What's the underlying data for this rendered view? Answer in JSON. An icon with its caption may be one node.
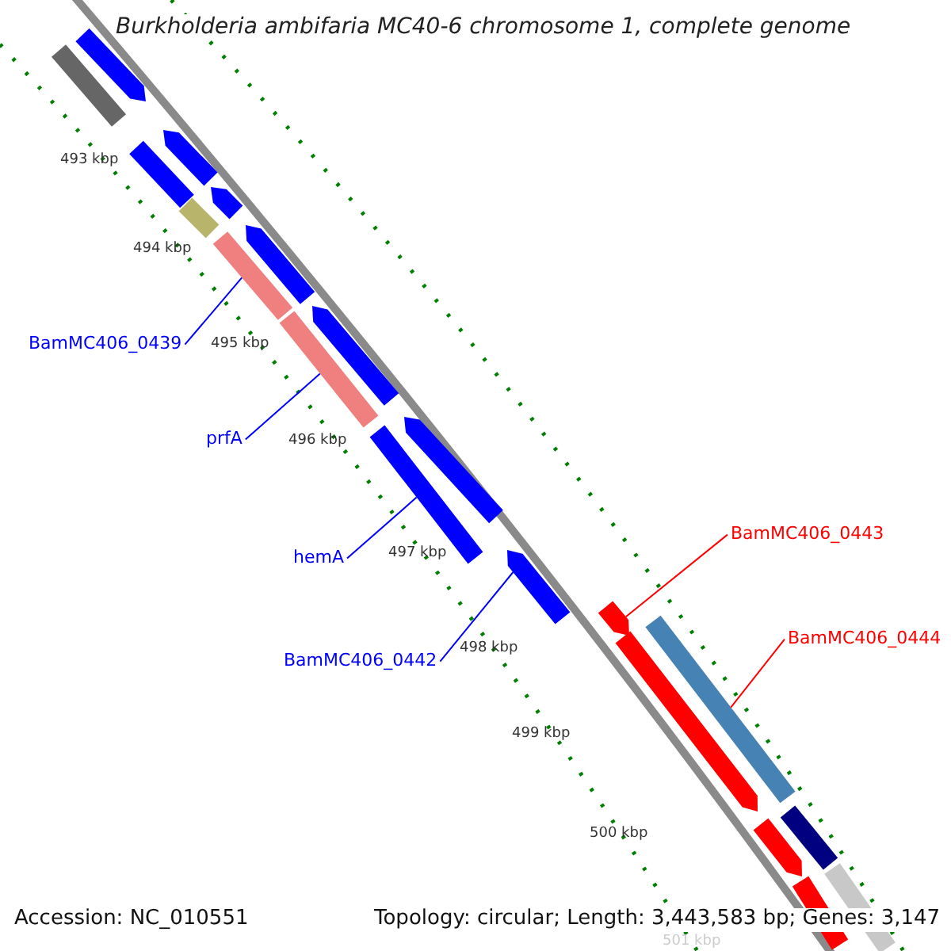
{
  "diagram": {
    "title": "Burkholderia ambifaria MC40-6 chromosome 1, complete genome",
    "nodes": [
      {
        "text": [
          "BamMC406_0439"
        ]
      },
      {
        "text": [
          "prfA"
        ]
      },
      {
        "text": [
          "hemA"
        ]
      },
      {
        "text": [
          "BamMC406_0442"
        ]
      },
      {
        "text": [
          "BamMC406_0443"
        ]
      },
      {
        "text": [
          "BamMC406_0444"
        ]
      },
      {
        "text": [],
        "shape": "bar"
      },
      {
        "text": [],
        "shape": "bar"
      },
      {
        "text": [],
        "shape": "bar"
      },
      {
        "text": [],
        "shape": "bar"
      },
      {
        "text": [],
        "shape": "bar"
      },
      {
        "text": [],
        "shape": "bar"
      },
      {
        "text": [],
        "shape": "bar"
      },
      {
        "text": [],
        "shape": "bar"
      },
      {
        "text": [],
        "shape": "bar"
      },
      {
        "text": [],
        "shape": "bar"
      },
      {
        "text": [],
        "shape": "bar"
      },
      {
        "text": [],
        "shape": "bar"
      },
      {
        "text": [],
        "shape": "bar"
      },
      {
        "text": [],
        "shape": "bar"
      },
      {
        "text": [],
        "shape": "bar"
      },
      {
        "text": [],
        "shape": "bar"
      },
      {
        "text": [],
        "shape": "bar"
      },
      {
        "text": [],
        "shape": "bar"
      },
      {
        "text": [],
        "shape": "bar"
      },
      {
        "text": [],
        "shape": "bar"
      }
    ],
    "edges": [
      {
        "from": 0,
        "to": 12,
        "arrow": "none"
      },
      {
        "from": 1,
        "to": 13,
        "arrow": "none"
      },
      {
        "from": 2,
        "to": 16,
        "arrow": "none"
      },
      {
        "from": 3,
        "to": 18,
        "arrow": "none"
      },
      {
        "from": 4,
        "to": 19,
        "arrow": "none",
        "color": "#ff0000"
      },
      {
        "from": 5,
        "to": 21,
        "arrow": "none",
        "color": "#ff0000"
      }
    ],
    "labels": [
      "493 kbp",
      "494 kbp",
      "495 kbp",
      "496 kbp",
      "497 kbp",
      "498 kbp",
      "499 kbp",
      "500 kbp",
      "501 kbp",
      "Accession: NC_010551",
      "Topology: circular; Length: 3,443,583 bp; Genes: 3,147"
    ]
  }
}
